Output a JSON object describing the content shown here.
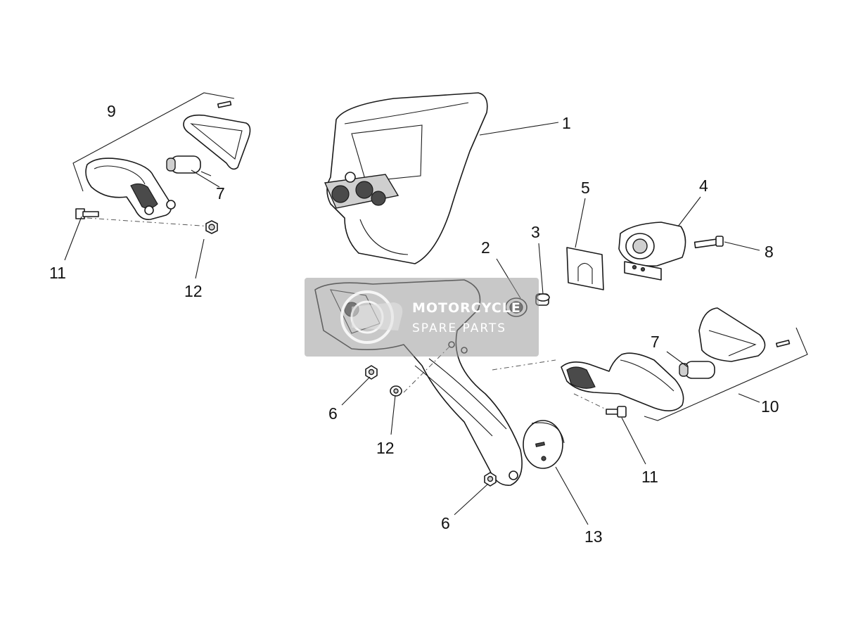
{
  "callouts": [
    "1",
    "2",
    "3",
    "4",
    "5",
    "6",
    "6",
    "7",
    "7",
    "8",
    "9",
    "10",
    "11",
    "11",
    "12",
    "12",
    "13"
  ],
  "watermark": {
    "line1": "MOTORCYCLE",
    "line2": "SPARE PARTS",
    "logo": "gear-and-flame-logo"
  }
}
